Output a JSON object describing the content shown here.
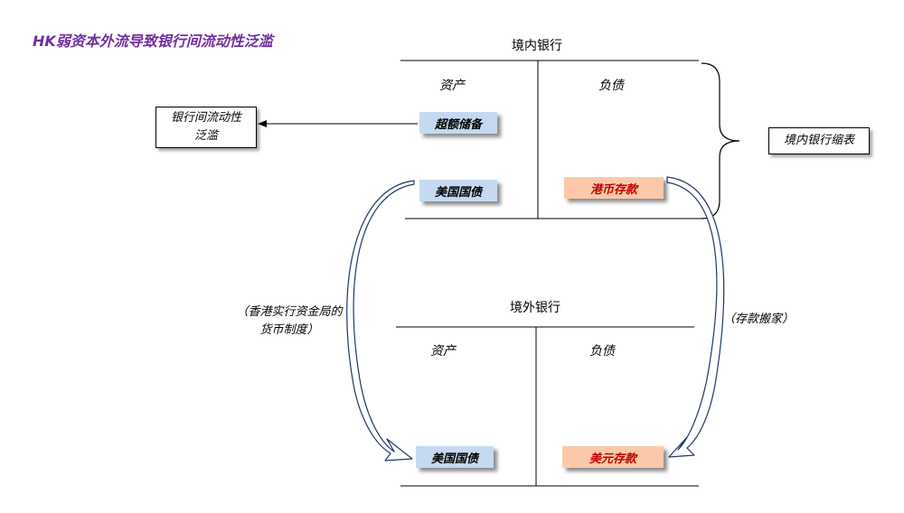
{
  "title": "HK弱资本外流导致银行间流动性泛滥",
  "domestic_bank": {
    "title": "境内银行",
    "assets_label": "资产",
    "liabilities_label": "负债",
    "excess_reserves": "超额储备",
    "us_treasury": "美国国债",
    "hkd_deposits": "港币存款"
  },
  "offshore_bank": {
    "title": "境外银行",
    "assets_label": "资产",
    "liabilities_label": "负债",
    "us_treasury": "美国国债",
    "usd_deposits": "美元存款"
  },
  "liquidity_box": {
    "line1": "银行间流动性",
    "line2": "泛滥"
  },
  "shrink_label": "境内银行缩表",
  "currency_board_note": {
    "line1": "（香港实行资金局的",
    "line2": "货币制度）"
  },
  "deposit_move_note": "（存款搬家）",
  "colors": {
    "title": "#7030a0",
    "blue_tag": "#c5d9f1",
    "orange_tag": "#fbc9a9",
    "orange_text": "#c00000"
  }
}
